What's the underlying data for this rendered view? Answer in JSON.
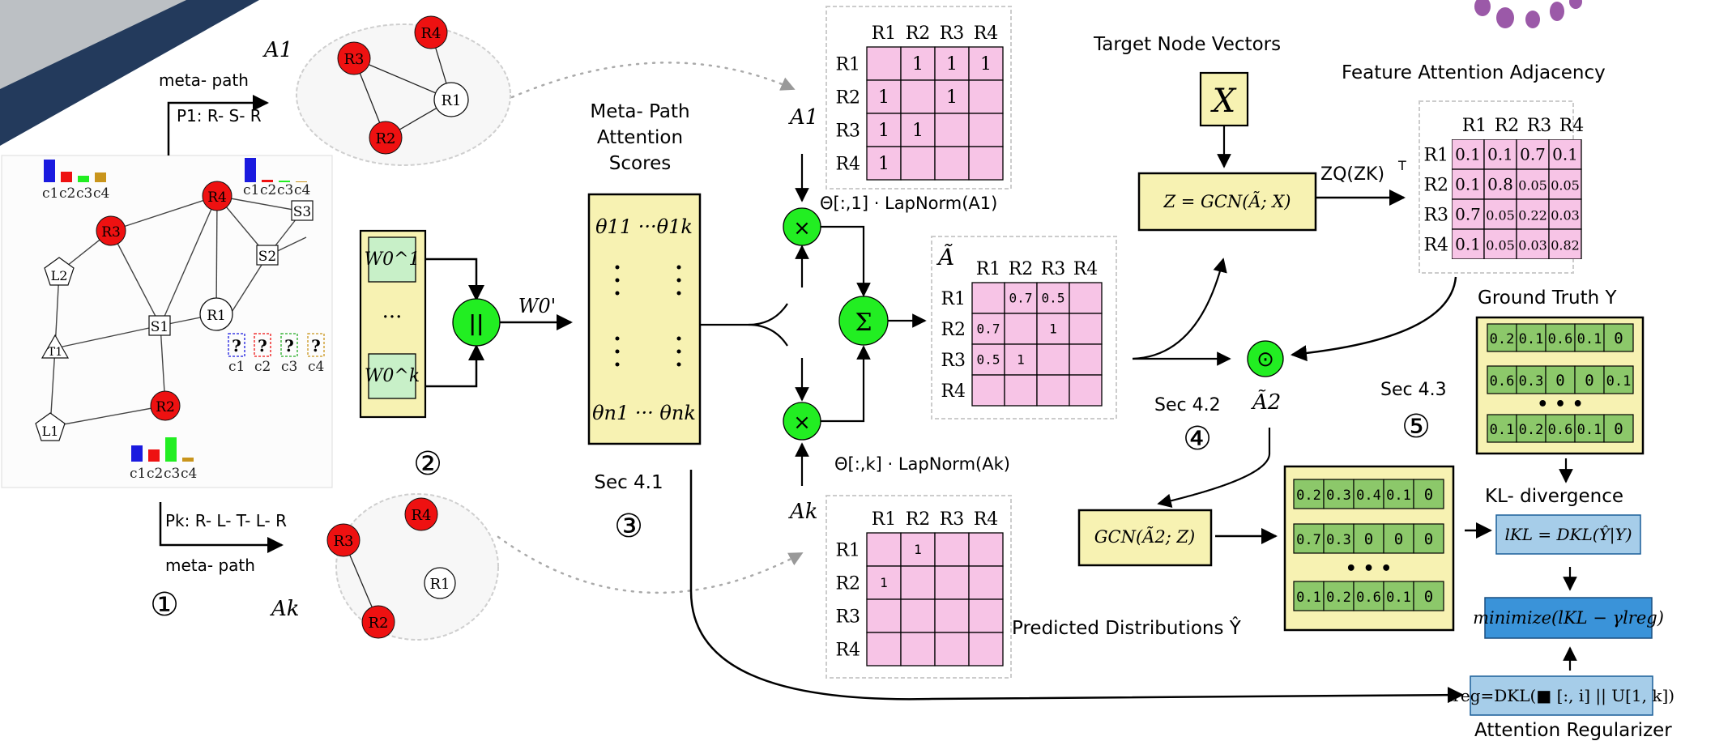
{
  "graph": {
    "nodes": {
      "R4": "R4",
      "R3": "R3",
      "R1": "R1",
      "R2": "R2",
      "S1": "S1",
      "S2": "S2",
      "S3": "S3",
      "L1": "L1",
      "L2": "L2",
      "T1": "T1"
    },
    "class_labels": [
      "c1",
      "c2",
      "c3",
      "c4"
    ],
    "unknown_marker": "?"
  },
  "metapath_top": {
    "matrix_name": "A1",
    "caption": "meta- path",
    "path": "P1: R- S- R"
  },
  "metapath_bottom": {
    "matrix_name": "Ak",
    "caption": "meta- path",
    "path": "Pk: R- L- T- L- R"
  },
  "steps": {
    "s1": "①",
    "s2": "②",
    "s3": "③",
    "s4": "④",
    "s5": "⑤"
  },
  "weights": {
    "w_top": "W0^1",
    "w_bottom": "W0^k",
    "dots": "···",
    "concat": "||",
    "w_prime": "W0'"
  },
  "attention": {
    "title_lines": [
      "Meta- Path",
      "Attention",
      "Scores"
    ],
    "theta_top": "θ11 ···θ1k",
    "theta_bottom": "θn1 ··· θnk",
    "section": "Sec 4.1"
  },
  "matrices": {
    "headers": [
      "R1",
      "R2",
      "R3",
      "R4"
    ],
    "A1": {
      "name": "A1",
      "cells": [
        [
          "",
          "1",
          "1",
          "1"
        ],
        [
          "1",
          "",
          "1",
          ""
        ],
        [
          "1",
          "1",
          "",
          ""
        ],
        [
          "1",
          "",
          "",
          ""
        ]
      ]
    },
    "Ak": {
      "name": "Ak",
      "cells": [
        [
          "",
          "1",
          "",
          ""
        ],
        [
          "1",
          "",
          "",
          ""
        ],
        [
          "",
          "",
          "",
          ""
        ],
        [
          "",
          "",
          "",
          ""
        ]
      ]
    },
    "Atilde": {
      "name": "Ã",
      "cells": [
        [
          "",
          "0.7",
          "0.5",
          ""
        ],
        [
          "0.7",
          "",
          "1",
          ""
        ],
        [
          "0.5",
          "1",
          "",
          ""
        ],
        [
          "",
          "",
          "",
          ""
        ]
      ]
    },
    "feature_attention": {
      "title": "Feature Attention Adjacency",
      "cells": [
        [
          "0.1",
          "0.1",
          "0.7",
          "0.1"
        ],
        [
          "0.1",
          "0.8",
          "0.05",
          "0.05"
        ],
        [
          "0.7",
          "0.05",
          "0.22",
          "0.03"
        ],
        [
          "0.1",
          "0.05",
          "0.03",
          "0.82"
        ]
      ]
    }
  },
  "ops": {
    "times": "×",
    "sum": "Σ",
    "odot": "⊙",
    "scale_top": "Θ[:,1] · LapNorm(A1)",
    "scale_bottom": "Θ[:,k] · LapNorm(Ak)"
  },
  "gcn": {
    "target_label": "Target Node Vectors",
    "x": "X",
    "z_box": "Z = GCN(Ã; X)",
    "zq": "ZQ(ZK)",
    "zq_sup": "T",
    "a2": "Ã2",
    "section_42": "Sec 4.2",
    "section_43": "Sec 4.3",
    "gcn2": "GCN(Ã2; Z)"
  },
  "distributions": {
    "predicted_label": "Predicted Distributions Ŷ",
    "predicted_rows": [
      [
        "0.2",
        "0.3",
        "0.4",
        "0.1",
        "0"
      ],
      [
        "0.7",
        "0.3",
        "0",
        "0",
        "0"
      ],
      [
        "0.1",
        "0.2",
        "0.6",
        "0.1",
        "0"
      ]
    ],
    "truth_label": "Ground Truth Y",
    "truth_rows": [
      [
        "0.2",
        "0.1",
        "0.6",
        "0.1",
        "0"
      ],
      [
        "0.6",
        "0.3",
        "0",
        "0",
        "0.1"
      ],
      [
        "0.1",
        "0.2",
        "0.6",
        "0.1",
        "0"
      ]
    ],
    "dots": "• • •"
  },
  "loss": {
    "kl_title": "KL- divergence",
    "kl_formula": "lKL = DKL(Ŷ|Y)",
    "minimize": "minimize(lKL − γlreg)",
    "reg_formula": "lreg=DKL(■ [:, i] || U[1, k])",
    "reg_title": "Attention Regularizer"
  },
  "colors": {
    "red_node": "#ee1111",
    "green_node": "#22ee22",
    "pink": "#f7c4e6",
    "yellow": "#f7f2b2",
    "green_cell": "#8cc86a",
    "blue_box": "#a6cde9",
    "blue_dark": "#3a93d9",
    "weight_green": "#c8f0c8",
    "navy": "#233a5c"
  }
}
